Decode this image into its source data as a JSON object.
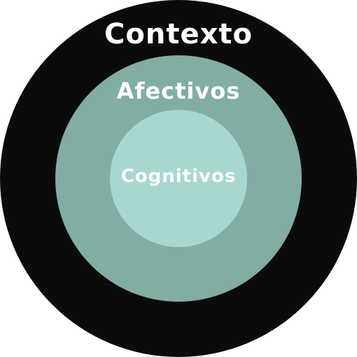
{
  "diagram": {
    "rings": [
      {
        "label": "Contexto",
        "color": "#0b0b0b"
      },
      {
        "label": "Afectivos",
        "color": "#82ada4"
      },
      {
        "label": "Cognitivos",
        "color": "#a6d8d0"
      }
    ]
  }
}
